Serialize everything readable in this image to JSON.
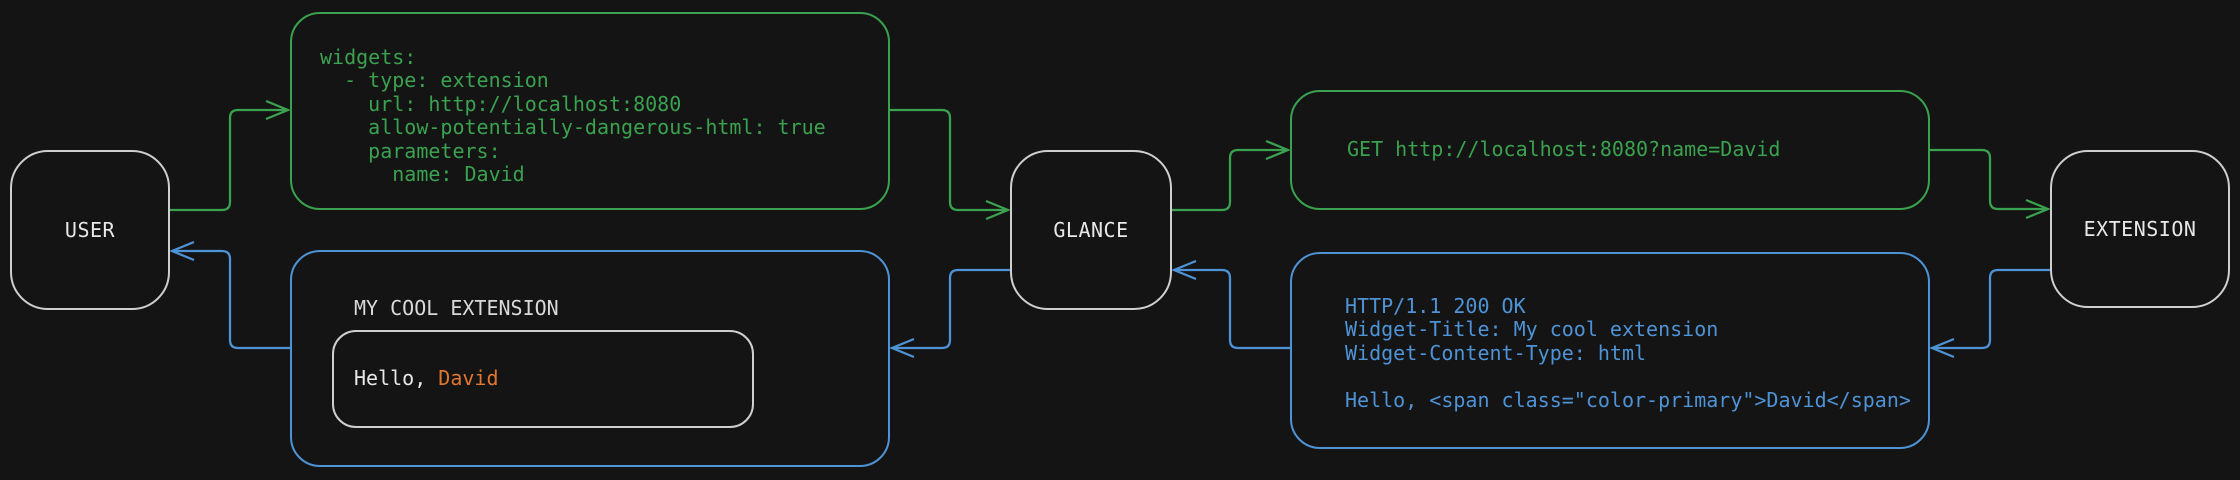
{
  "diagram": {
    "colors": {
      "request": "#3aa24f",
      "response": "#4e93d6",
      "node_border": "#cfcfcf",
      "text": "#e8e8e8",
      "accent": "#e0762f",
      "background": "#141414"
    },
    "nodes": {
      "user": {
        "label": "USER"
      },
      "glance": {
        "label": "GLANCE"
      },
      "extension": {
        "label": "EXTENSION"
      }
    },
    "config_box": {
      "lines": [
        "widgets:",
        "  - type: extension",
        "    url: http://localhost:8080",
        "    allow-potentially-dangerous-html: true",
        "    parameters:",
        "      name: David"
      ]
    },
    "request_box": {
      "text": "GET http://localhost:8080?name=David"
    },
    "response_box": {
      "lines": [
        "HTTP/1.1 200 OK",
        "Widget-Title: My cool extension",
        "Widget-Content-Type: html",
        "",
        "Hello, <span class=\"color-primary\">David</span>"
      ]
    },
    "widget_box": {
      "title": "MY COOL EXTENSION",
      "greeting_prefix": "Hello, ",
      "greeting_name": "David"
    }
  }
}
